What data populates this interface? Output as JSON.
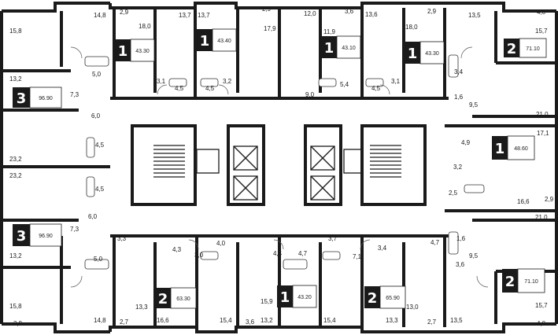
{
  "apartments": [
    {
      "id": "a1",
      "rooms": "3",
      "area": "96.90"
    },
    {
      "id": "a2",
      "rooms": "1",
      "area": "43.30"
    },
    {
      "id": "a3",
      "rooms": "1",
      "area": "43.40"
    },
    {
      "id": "a4",
      "rooms": "1",
      "area": "43.10"
    },
    {
      "id": "a5",
      "rooms": "1",
      "area": "43.30"
    },
    {
      "id": "a6",
      "rooms": "2",
      "area": "71.10"
    },
    {
      "id": "a7",
      "rooms": "1",
      "area": "48.60"
    },
    {
      "id": "a8",
      "rooms": "3",
      "area": "96.90"
    },
    {
      "id": "a9",
      "rooms": "2",
      "area": "63.30"
    },
    {
      "id": "a10",
      "rooms": "1",
      "area": "43.20"
    },
    {
      "id": "a11",
      "rooms": "2",
      "area": "65.90"
    },
    {
      "id": "a12",
      "rooms": "2",
      "area": "71.10"
    }
  ],
  "room_areas": [
    "15,8",
    "14,8",
    "2,9",
    "18,0",
    "13,7",
    "13,7",
    "2,9",
    "17,9",
    "12,0",
    "3,6",
    "11,9",
    "13,6",
    "2,9",
    "18,0",
    "13,5",
    "4,0",
    "15,7",
    "13,2",
    "5,0",
    "7,3",
    "3,1",
    "4,5",
    "4,5",
    "3,2",
    "5,4",
    "9,0",
    "4,5",
    "3,1",
    "3,4",
    "1,6",
    "9,5",
    "21,0",
    "6,0",
    "4,5",
    "4,5",
    "23,2",
    "23,2",
    "6,0",
    "4,9",
    "17,1",
    "3,2",
    "2,5",
    "16,6",
    "2,9",
    "21,0",
    "7,3",
    "13,2",
    "5,0",
    "3,3",
    "4,3",
    "4,0",
    "3,0",
    "4,4",
    "4,7",
    "3,7",
    "7,1",
    "3,4",
    "4,7",
    "1,6",
    "3,6",
    "9,5",
    "15,8",
    "3,9",
    "14,8",
    "2,7",
    "13,3",
    "16,6",
    "15,4",
    "3,6",
    "15,9",
    "13,2",
    "15,4",
    "13,3",
    "13,0",
    "2,7",
    "13,5",
    "15,7",
    "4,0"
  ]
}
